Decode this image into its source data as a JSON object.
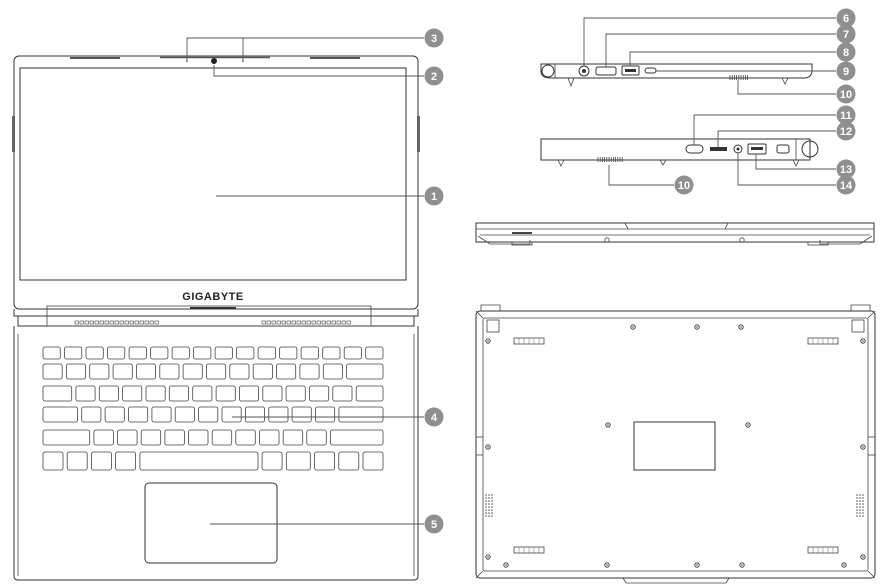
{
  "brand_logo_text": "GIGABYTE",
  "callouts": [
    {
      "number": "1",
      "part": "display"
    },
    {
      "number": "2",
      "part": "webcam"
    },
    {
      "number": "3",
      "part": "microphone-array"
    },
    {
      "number": "4",
      "part": "keyboard"
    },
    {
      "number": "5",
      "part": "touchpad"
    },
    {
      "number": "6",
      "part": "dc-in-jack"
    },
    {
      "number": "7",
      "part": "hdmi-port"
    },
    {
      "number": "8",
      "part": "usb-a-port-left"
    },
    {
      "number": "9",
      "part": "usb-c-port"
    },
    {
      "number": "10",
      "part": "speaker-vent"
    },
    {
      "number": "11",
      "part": "usb-c-port-right"
    },
    {
      "number": "12",
      "part": "card-reader"
    },
    {
      "number": "13",
      "part": "usb-a-port-right"
    },
    {
      "number": "14",
      "part": "audio-jack"
    }
  ],
  "badge_color": "#8f8f8f"
}
